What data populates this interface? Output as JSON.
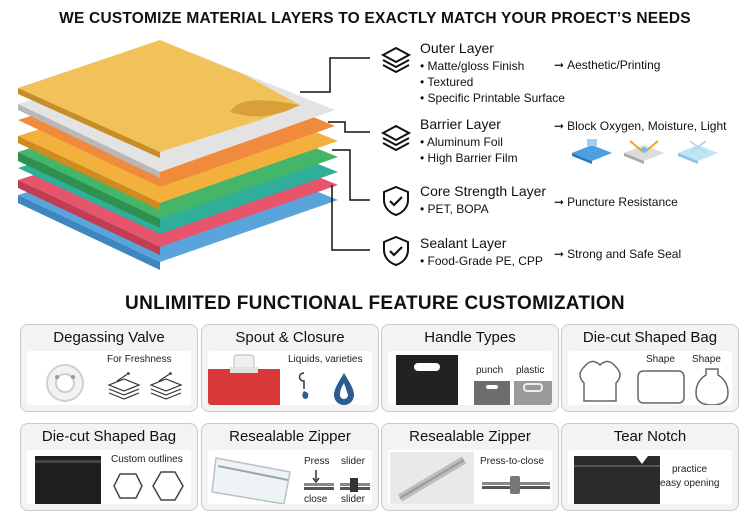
{
  "headings": {
    "top": "WE CUSTOMIZE MATERIAL LAYERS TO EXACTLY MATCH YOUR PROECT’S NEEDS",
    "bottom": "UNLIMITED FUNCTIONAL FEATURE CUSTOMIZATION"
  },
  "colors": {
    "gold": "#e9a93a",
    "silver": "#d9d9d9",
    "orange": "#f08a3c",
    "green": "#45b56a",
    "teal": "#2fae9a",
    "pink": "#e6556c",
    "blue": "#5aa4dc"
  },
  "layers": [
    {
      "icon": "layers-icon",
      "title": "Outer Layer",
      "bullets": [
        "Matte/gloss Finish",
        "Textured",
        "Specific Printable Surface"
      ],
      "result": "Aesthetic/Printing"
    },
    {
      "icon": "layers-icon",
      "title": "Barrier Layer",
      "bullets": [
        "Aluminum Foil",
        "High Barrier Film"
      ],
      "result": "Block Oxygen, Moisture, Light"
    },
    {
      "icon": "shield-check-icon",
      "title": "Core Strength Layer",
      "bullets": [
        "PET, BOPA"
      ],
      "result": "Puncture Resistance"
    },
    {
      "icon": "shield-check-icon",
      "title": "Sealant Layer",
      "bullets": [
        "Food-Grade PE, CPP"
      ],
      "result": "Strong and Safe Seal"
    }
  ],
  "arrow": "➞",
  "features": [
    {
      "title": "Degassing Valve",
      "texts": [
        "For Freshness"
      ]
    },
    {
      "title": "Spout & Closure",
      "texts": [
        "Liquids, varieties"
      ]
    },
    {
      "title": "Handle Types",
      "texts": [
        "punch",
        "plastic"
      ]
    },
    {
      "title": "Die-cut Shaped Bag",
      "texts": [
        "Shape",
        "Shape"
      ]
    },
    {
      "title": "Die-cut Shaped Bag",
      "texts": [
        "Custom outlines"
      ]
    },
    {
      "title": "Resealable Zipper",
      "texts": [
        "Press",
        "slider",
        "close",
        "slider"
      ]
    },
    {
      "title": "Resealable Zipper",
      "texts": [
        "Press-to-close"
      ]
    },
    {
      "title": "Tear Notch",
      "texts": [
        "practice",
        "easy opening"
      ]
    }
  ]
}
